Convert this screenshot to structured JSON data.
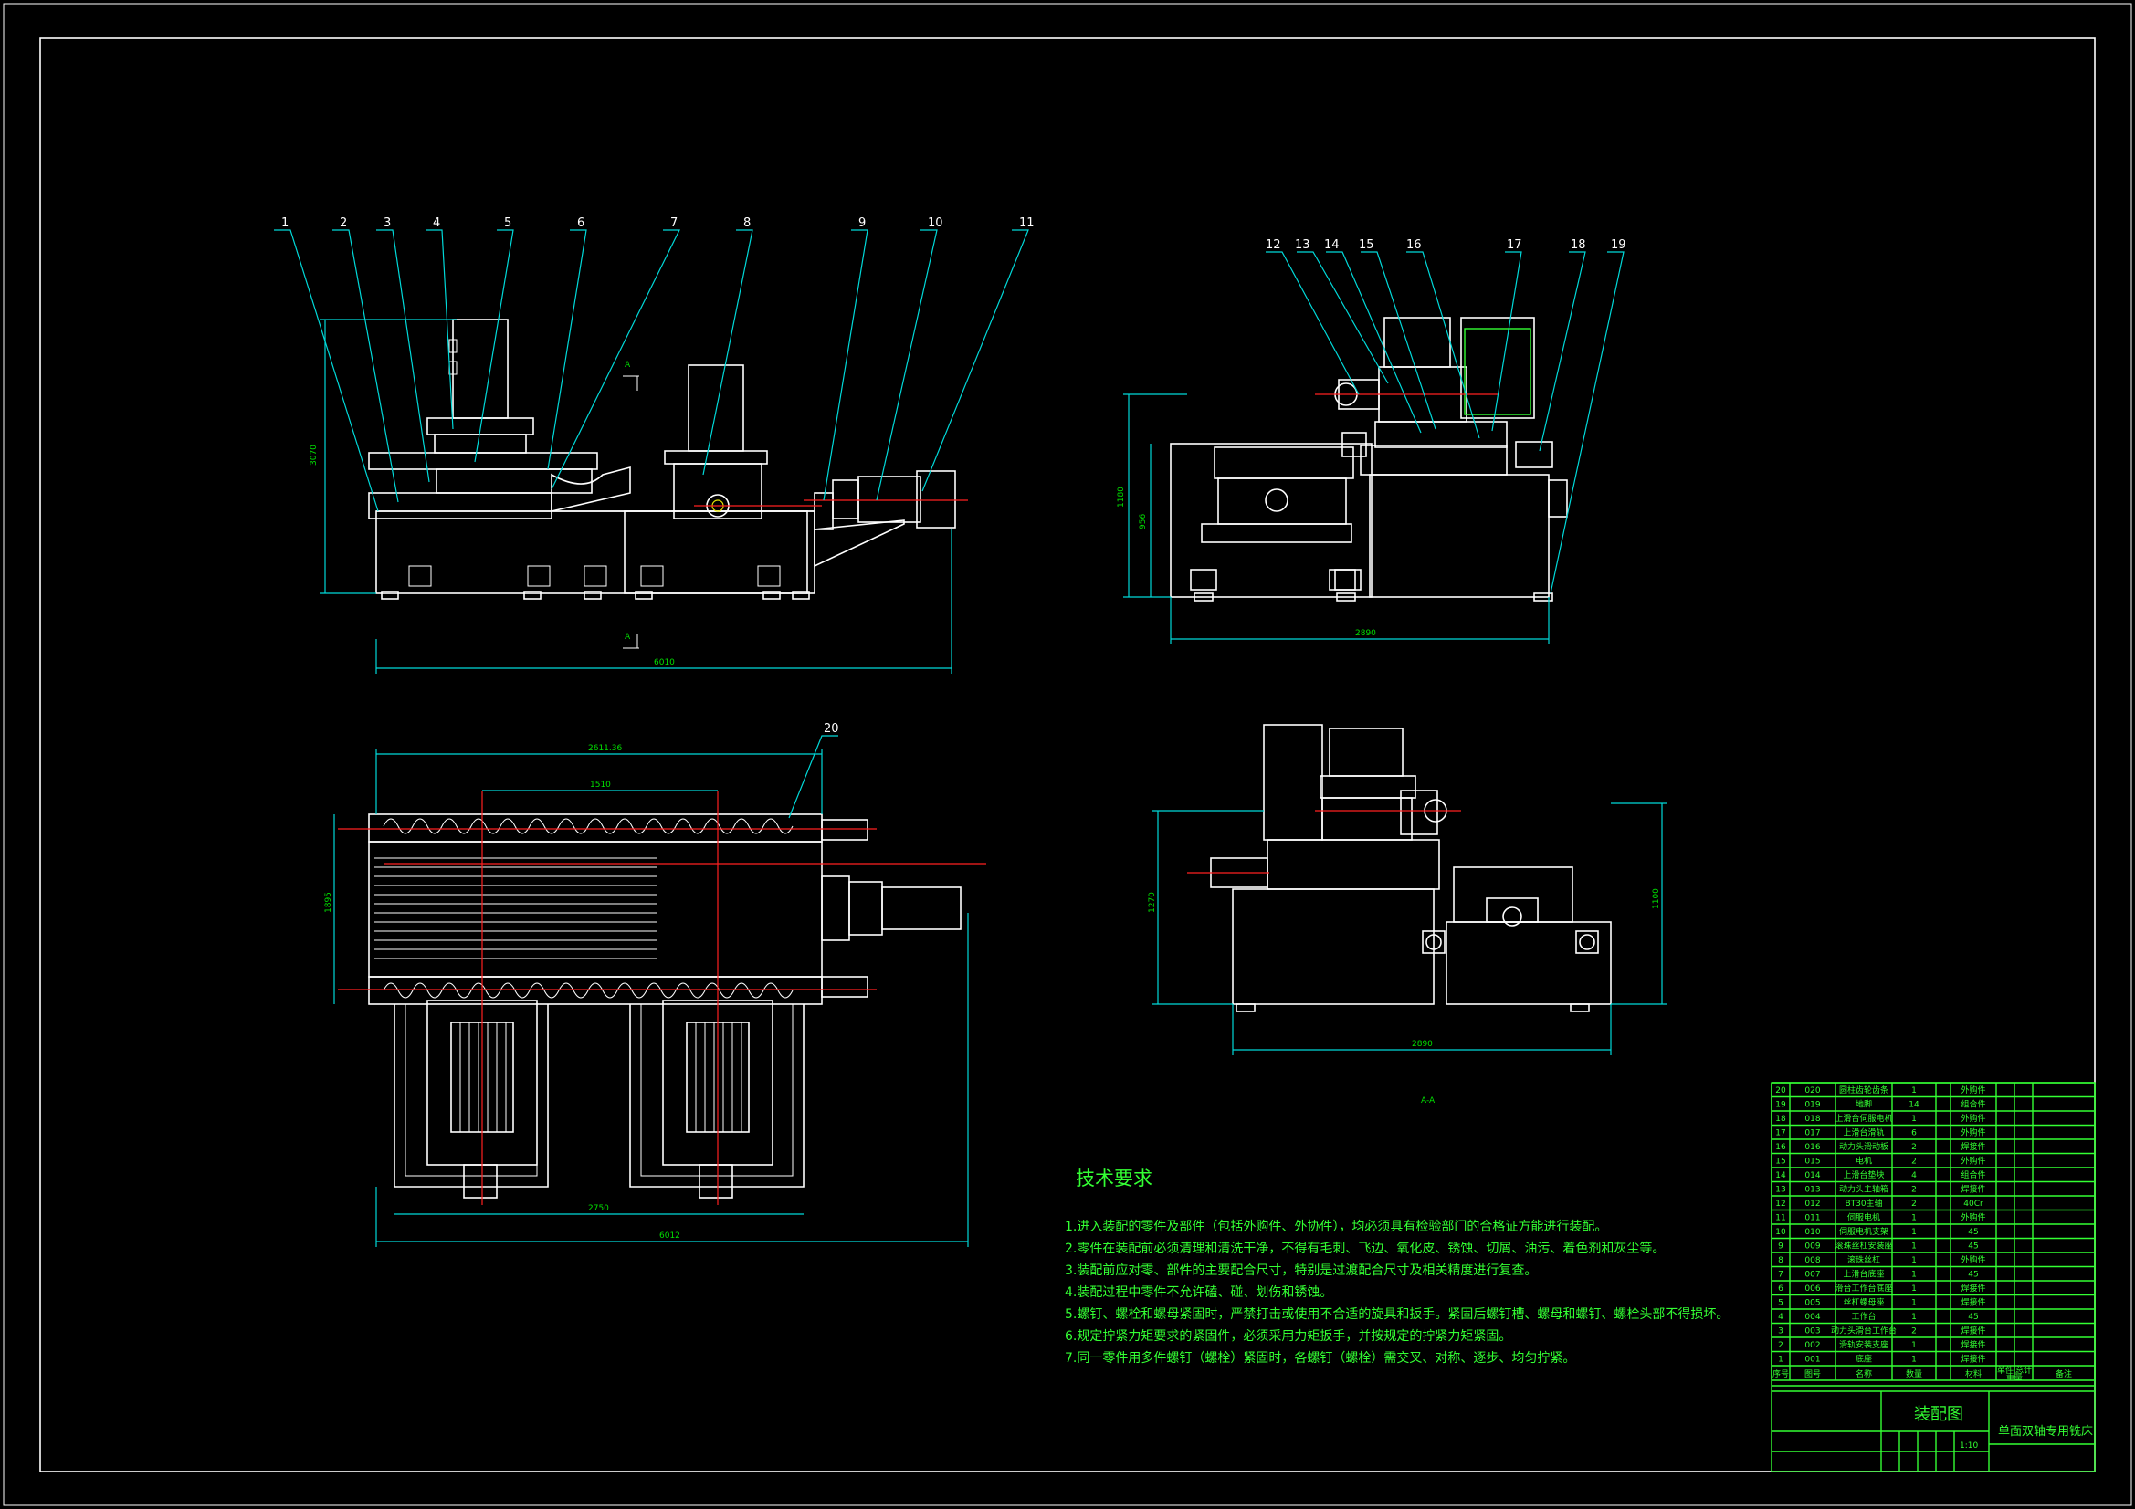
{
  "part_labels": [
    "1",
    "2",
    "3",
    "4",
    "5",
    "6",
    "7",
    "8",
    "9",
    "10",
    "11",
    "12",
    "13",
    "14",
    "15",
    "16",
    "17",
    "18",
    "19",
    "20"
  ],
  "section_mark": "A-A",
  "section_letter": "A",
  "tech_requirements": {
    "title": "技术要求",
    "items": [
      "1.进入装配的零件及部件（包括外购件、外协件），均必须具有检验部门的合格证方能进行装配。",
      "2.零件在装配前必须清理和清洗干净，不得有毛刺、飞边、氧化皮、锈蚀、切屑、油污、着色剂和灰尘等。",
      "3.装配前应对零、部件的主要配合尺寸，特别是过渡配合尺寸及相关精度进行复查。",
      "4.装配过程中零件不允许磕、碰、划伤和锈蚀。",
      "5.螺钉、螺栓和螺母紧固时，严禁打击或使用不合适的旋具和扳手。紧固后螺钉槽、螺母和螺钉、螺栓头部不得损坏。",
      "6.规定拧紧力矩要求的紧固件，必须采用力矩扳手，并按规定的拧紧力矩紧固。",
      "7.同一零件用多件螺钉（螺栓）紧固时，各螺钉（螺栓）需交叉、对称、逐步、均匀拧紧。"
    ]
  },
  "bom": {
    "rows": [
      [
        "20",
        "020",
        "圆柱齿轮齿条",
        "1",
        "外购件"
      ],
      [
        "19",
        "019",
        "地脚",
        "14",
        "组合件"
      ],
      [
        "18",
        "018",
        "上滑台伺服电机",
        "1",
        "外购件"
      ],
      [
        "17",
        "017",
        "上滑台滑轨",
        "6",
        "外购件"
      ],
      [
        "16",
        "016",
        "动力头滑动板",
        "2",
        "焊接件"
      ],
      [
        "15",
        "015",
        "电机",
        "2",
        "外购件"
      ],
      [
        "14",
        "014",
        "上滑台垫块",
        "4",
        "组合件"
      ],
      [
        "13",
        "013",
        "动力头主轴箱",
        "2",
        "焊接件"
      ],
      [
        "12",
        "012",
        "BT30主轴",
        "2",
        "40Cr"
      ],
      [
        "11",
        "011",
        "伺服电机",
        "1",
        "外购件"
      ],
      [
        "10",
        "010",
        "伺服电机支架",
        "1",
        "45"
      ],
      [
        "9",
        "009",
        "滚珠丝杠安装座",
        "1",
        "45"
      ],
      [
        "8",
        "008",
        "滚珠丝杠",
        "1",
        "外购件"
      ],
      [
        "7",
        "007",
        "上滑台底座",
        "1",
        "45"
      ],
      [
        "6",
        "006",
        "滑台工作台底座",
        "1",
        "焊接件"
      ],
      [
        "5",
        "005",
        "丝杠螺母座",
        "1",
        "焊接件"
      ],
      [
        "4",
        "004",
        "工作台",
        "1",
        "45"
      ],
      [
        "3",
        "003",
        "动力头滑台工作台",
        "2",
        "焊接件"
      ],
      [
        "2",
        "002",
        "滑轨安装支座",
        "1",
        "焊接件"
      ],
      [
        "1",
        "001",
        "底座",
        "1",
        "焊接件"
      ]
    ],
    "header": [
      "序号",
      "图号",
      "名称",
      "数量",
      "材料",
      "单件",
      "总计",
      "重量",
      "备注"
    ],
    "drawing_title": "装配图",
    "machine_name": "单面双轴专用铣床",
    "scale": "1:10"
  }
}
